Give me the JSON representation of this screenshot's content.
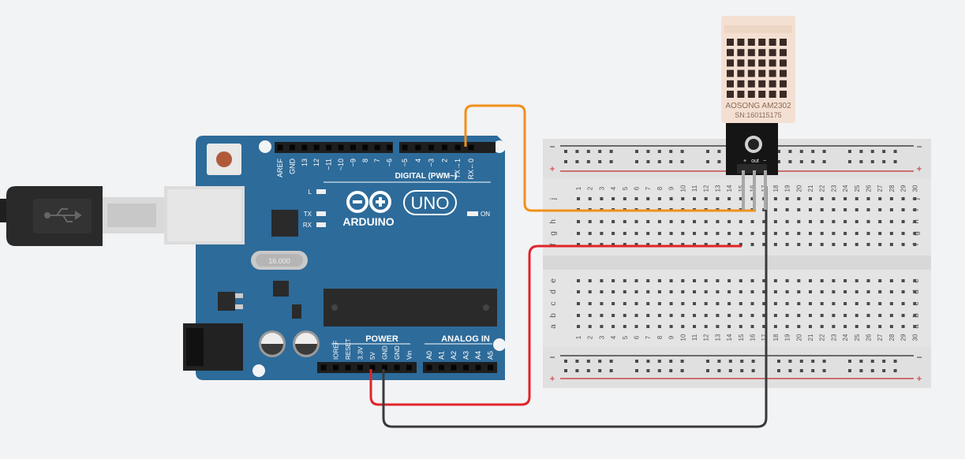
{
  "board": {
    "brand": "ARDUINO",
    "model": "UNO",
    "digital_header_label": "DIGITAL (PWM~)",
    "power_header_label": "POWER",
    "analog_header_label": "ANALOG IN",
    "on_label": "ON",
    "led_l": "L",
    "led_tx": "TX",
    "led_rx": "RX",
    "crystal_label": "16.000",
    "digital_pins": [
      "AREF",
      "GND",
      "13",
      "12",
      "~11",
      "~10",
      "~9",
      "8",
      "7",
      "~6",
      "~5",
      "4",
      "~3",
      "2",
      "TX→1",
      "RX←0"
    ],
    "power_pins": [
      "IOREF",
      "RESET",
      "3.3V",
      "5V",
      "GND",
      "GND",
      "Vin"
    ],
    "analog_pins": [
      "A0",
      "A1",
      "A2",
      "A3",
      "A4",
      "A5"
    ]
  },
  "sensor": {
    "label_line1": "AOSONG AM2302",
    "label_line2": "SN:160115175",
    "pin_labels": [
      "+",
      "out",
      "−"
    ]
  },
  "breadboard": {
    "rows_top": [
      "j",
      "i",
      "h",
      "g",
      "f"
    ],
    "rows_bottom": [
      "e",
      "d",
      "c",
      "b",
      "a"
    ],
    "columns": [
      "1",
      "2",
      "3",
      "4",
      "5",
      "6",
      "7",
      "8",
      "9",
      "10",
      "11",
      "12",
      "13",
      "14",
      "15",
      "16",
      "17",
      "18",
      "19",
      "20",
      "21",
      "22",
      "23",
      "24",
      "25",
      "26",
      "27",
      "28",
      "29",
      "30"
    ],
    "rail_plus": "+",
    "rail_minus": "−"
  },
  "wires": {
    "colors": {
      "data": "#f0901a",
      "power": "#e0242a",
      "ground": "#3a3a3a"
    }
  }
}
